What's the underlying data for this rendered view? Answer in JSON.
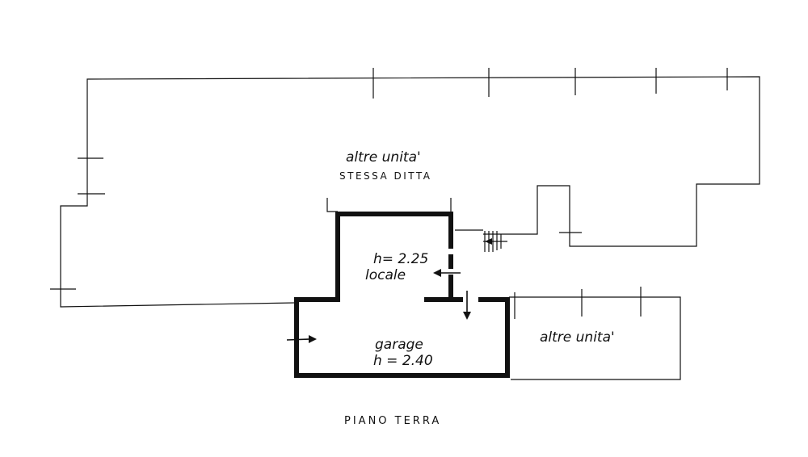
{
  "labels": {
    "other_units_top": "altre unita'",
    "same_company": "STESSA DITTA",
    "height_locale": "h= 2.25",
    "room_locale": "locale",
    "room_garage": "garage",
    "height_garage": "h = 2.40",
    "other_units_right": "altre unita'",
    "floor_title": "PIANO TERRA"
  }
}
